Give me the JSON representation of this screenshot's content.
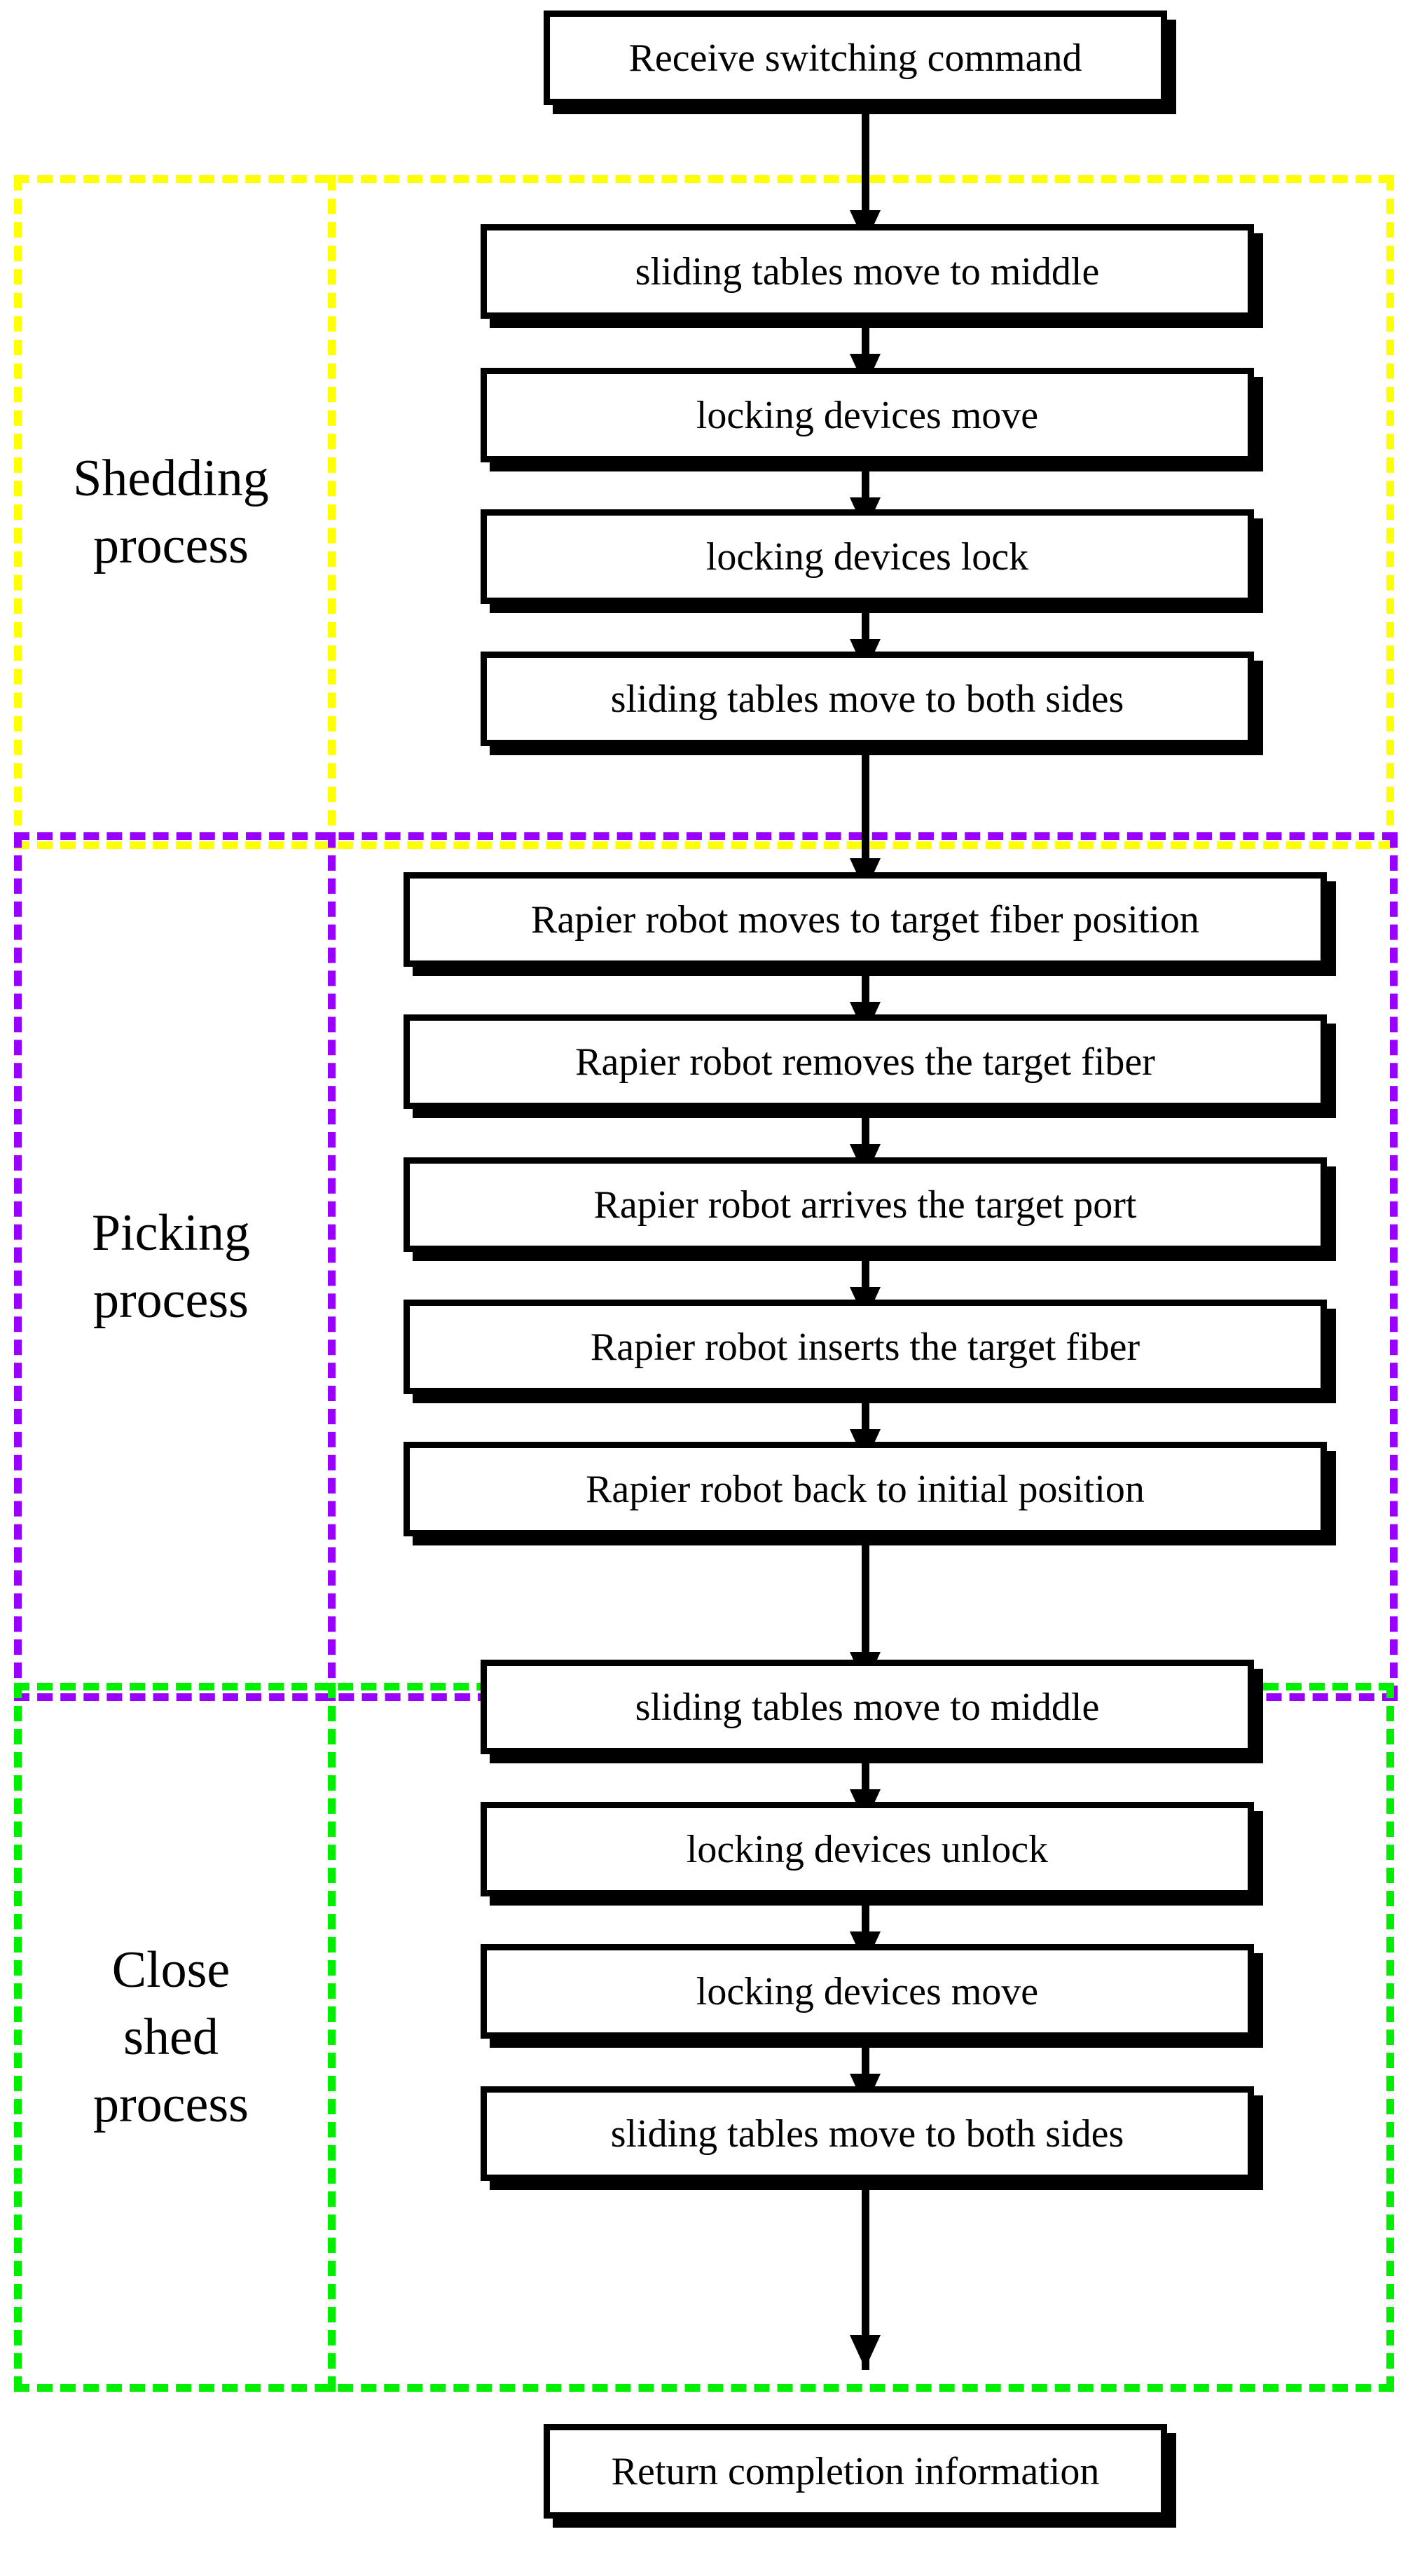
{
  "diagram": {
    "title_node": {
      "label": "Receive switching command"
    },
    "end_node": {
      "label": "Return completion information"
    },
    "groups": [
      {
        "id": "shedding",
        "label": "Shedding\nprocess",
        "label_line1": "Shedding",
        "label_line2": "process",
        "color": "#FFFF00",
        "color_name": "yellow",
        "steps": [
          "sliding tables move to middle",
          "locking devices move",
          "locking devices lock",
          "sliding tables move to both sides"
        ]
      },
      {
        "id": "picking",
        "label": "Picking\nprocess",
        "label_line1": "Picking",
        "label_line2": "process",
        "color": "#9900FF",
        "color_name": "purple",
        "steps": [
          "Rapier robot moves to target fiber position",
          "Rapier robot removes the target fiber",
          "Rapier robot arrives the target port",
          "Rapier robot inserts the target fiber",
          "Rapier robot back to initial position"
        ]
      },
      {
        "id": "close",
        "label": "Close\nshed\nprocess",
        "label_line1": "Close",
        "label_line2": "shed",
        "label_line3": "process",
        "color": "#00EE00",
        "color_name": "green",
        "steps": [
          "sliding tables move to middle",
          "locking devices unlock",
          "locking devices move",
          "sliding tables move to both sides"
        ]
      }
    ]
  },
  "chart_data": {
    "type": "diagram",
    "flow": "vertical-sequential-flowchart",
    "nodes": [
      "Receive switching command",
      "sliding tables move to middle",
      "locking devices move",
      "locking devices lock",
      "sliding tables move to both sides",
      "Rapier robot moves to target fiber position",
      "Rapier robot removes the target fiber",
      "Rapier robot arrives the target port",
      "Rapier robot inserts the target fiber",
      "Rapier robot back to initial position",
      "sliding tables move to middle",
      "locking devices unlock",
      "locking devices move",
      "sliding tables move to both sides",
      "Return completion information"
    ]
  }
}
